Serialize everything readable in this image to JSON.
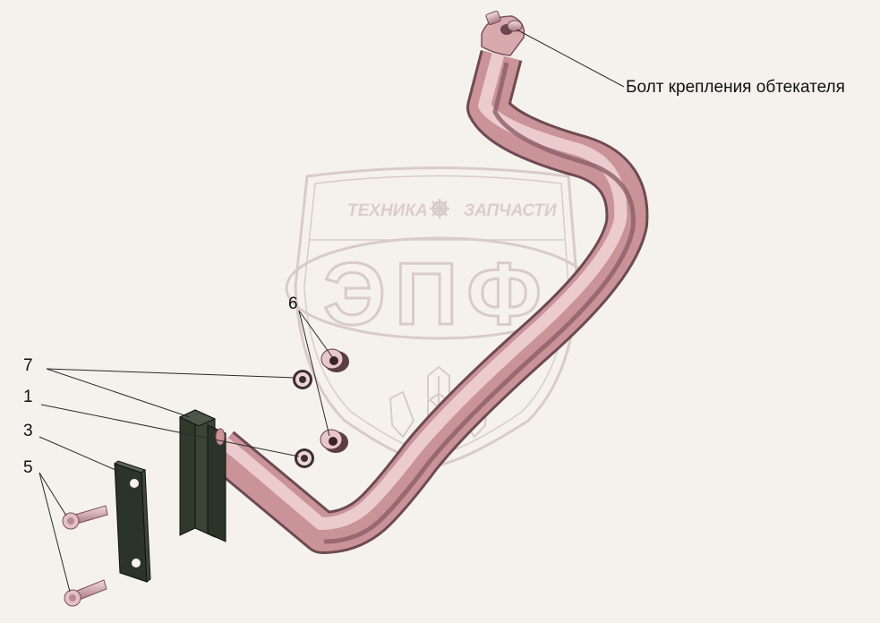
{
  "watermark": {
    "top_text_left": "ТЕХНИКА",
    "top_text_right": "ЗАПЧАСТИ",
    "big_text": "ЭПФ",
    "gear_icon": "gear-icon",
    "wheat_icon": "wheat-icon"
  },
  "callouts": {
    "fairing_bolt": "Болт крепления обтекателя",
    "part_1": "1",
    "part_3": "3",
    "part_5": "5",
    "part_6": "6",
    "part_7": "7"
  },
  "colors": {
    "tube_light": "#f7dede",
    "tube_mid": "#d2a1a5",
    "tube_dark": "#7a5058",
    "bracket": "#2f3a2c",
    "watermark": "#d6c7c4"
  }
}
